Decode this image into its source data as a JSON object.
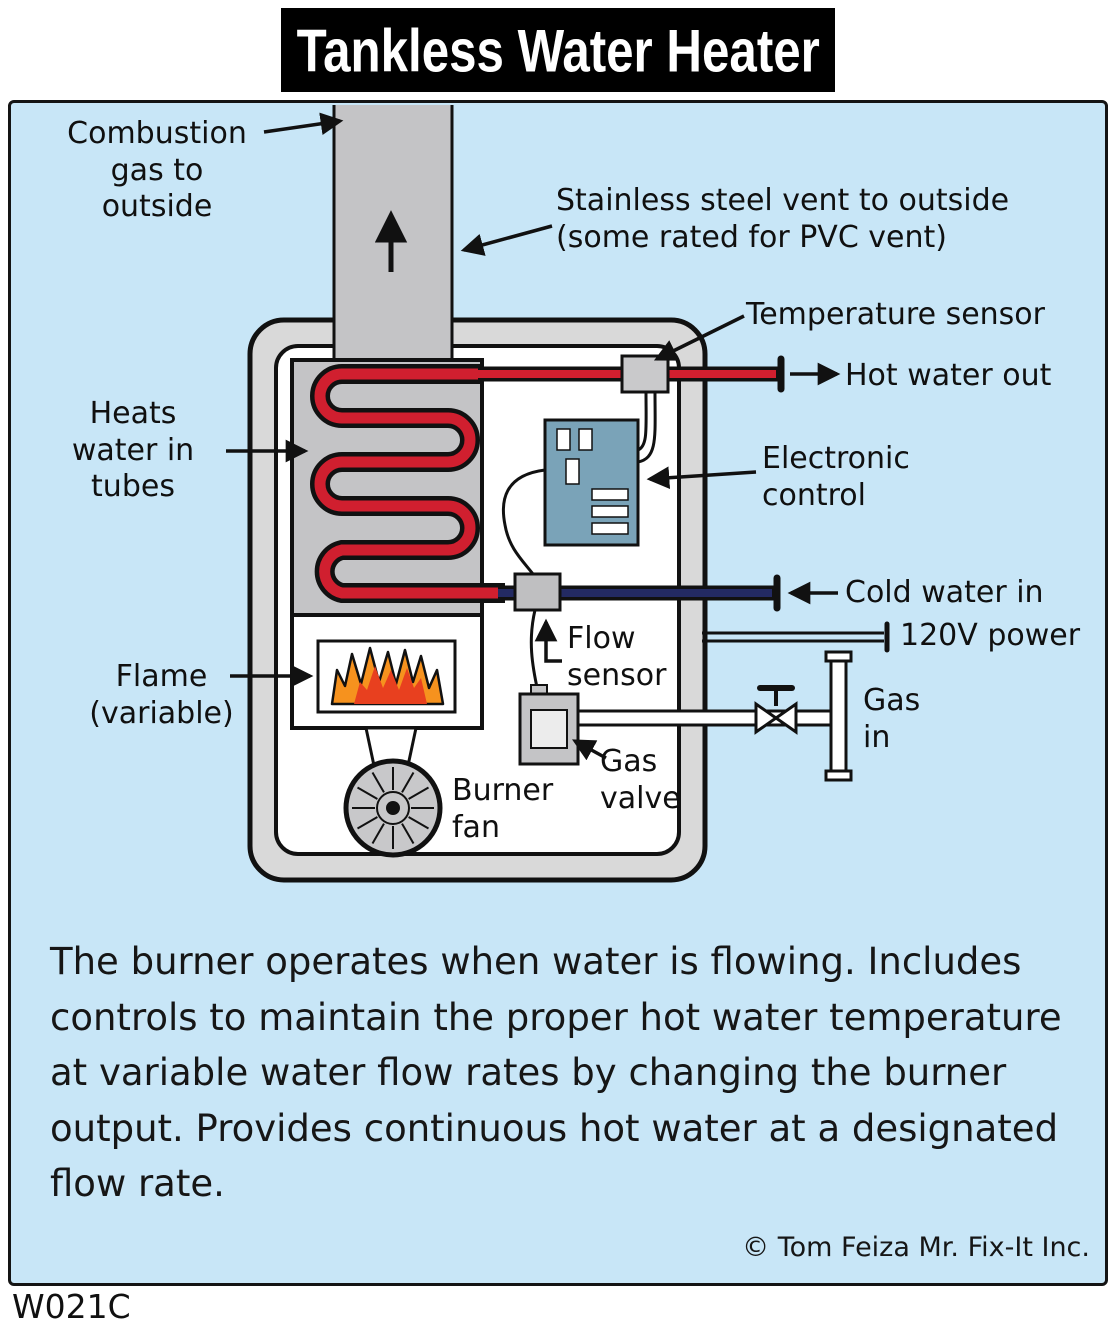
{
  "title": "Tankless Water Heater",
  "labels": {
    "combustion": "Combustion gas to outside",
    "vent": "Stainless steel vent to outside (some rated for PVC vent)",
    "temperature_sensor": "Temperature sensor",
    "hot_water_out": "Hot water out",
    "heats_water": "Heats water in tubes",
    "electronic_control": "Electronic control",
    "cold_water_in": "Cold water in",
    "power": "120V power",
    "flow_sensor": "Flow sensor",
    "flame": "Flame (variable)",
    "gas_in": "Gas in",
    "gas_valve": "Gas valve",
    "burner_fan": "Burner fan"
  },
  "description": "The burner operates when water is flowing. Includes controls to maintain the proper hot water temperature at variable water flow rates by changing the burner output. Provides continuous hot water at a designated flow rate.",
  "copyright": "© Tom Feiza Mr. Fix-It Inc.",
  "code": "W021C",
  "colors": {
    "panel_bg": "#c8e6f7",
    "pipe_red": "#d01f2f",
    "pipe_blue": "#232a63",
    "vent_gray": "#c4c4c6",
    "casing_gray": "#d9d9d9",
    "control_blue": "#7aa3b8",
    "flame_orange": "#f6921e",
    "flame_red": "#e8401f"
  }
}
